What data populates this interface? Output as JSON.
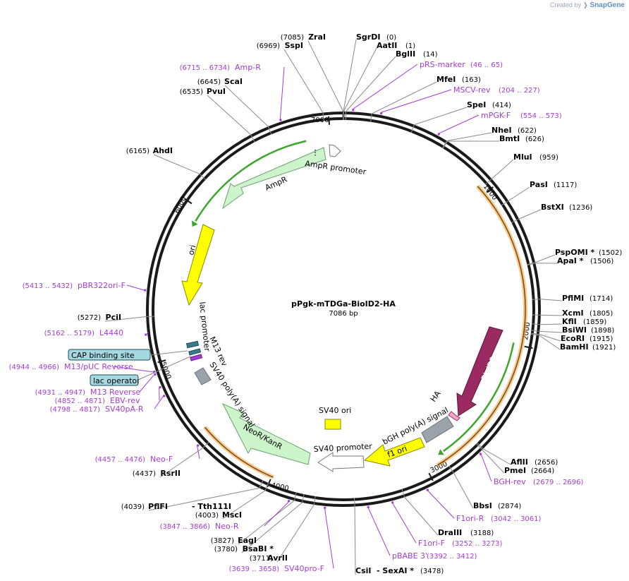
{
  "watermark": {
    "prefix": "Created by",
    "brand": "SnapGene"
  },
  "plasmid": {
    "name": "pPgk-mTDGa-BioID2-HA",
    "length_text": "7086 bp"
  },
  "ticks": [
    "1000",
    "2000",
    "3000",
    "4000",
    "5000",
    "6000",
    "7000"
  ],
  "sites": [
    {
      "name": "SgrDI",
      "pos": "(0)"
    },
    {
      "name": "AatII",
      "pos": "(1)"
    },
    {
      "name": "BglII",
      "pos": "(14)"
    },
    {
      "name": "MfeI",
      "pos": "(163)"
    },
    {
      "name": "SpeI",
      "pos": "(414)"
    },
    {
      "name": "NheI",
      "pos": "(622)"
    },
    {
      "name": "BmtI",
      "pos": "(626)"
    },
    {
      "name": "MluI",
      "pos": "(959)"
    },
    {
      "name": "PasI",
      "pos": "(1117)"
    },
    {
      "name": "BstXI",
      "pos": "(1236)"
    },
    {
      "name": "PspOMI *",
      "pos": "(1502)"
    },
    {
      "name": "ApaI *",
      "pos": "(1506)"
    },
    {
      "name": "PflMI",
      "pos": "(1714)"
    },
    {
      "name": "XcmI",
      "pos": "(1805)"
    },
    {
      "name": "KflI",
      "pos": "(1859)"
    },
    {
      "name": "BsiWI",
      "pos": "(1898)"
    },
    {
      "name": "EcoRI",
      "pos": "(1915)"
    },
    {
      "name": "BamHI",
      "pos": "(1921)"
    },
    {
      "name": "AflII",
      "pos": "(2656)"
    },
    {
      "name": "PmeI",
      "pos": "(2664)"
    },
    {
      "name": "BbsI",
      "pos": "(2874)"
    },
    {
      "name": "DraIII",
      "pos": "(3188)"
    },
    {
      "name": "CsiI",
      "pos": ""
    },
    {
      "name": "- SexAI *",
      "pos": "(3478)"
    },
    {
      "name": "AvrII",
      "pos": "(3711)"
    },
    {
      "name": "BsaBI *",
      "pos": "(3780)"
    },
    {
      "name": "EagI",
      "pos": "(3827)"
    },
    {
      "name": "MscI",
      "pos": "(4003)"
    },
    {
      "name": "PflFI",
      "pos": "(4039)"
    },
    {
      "name": "- Tth111I",
      "pos": ""
    },
    {
      "name": "RsrII",
      "pos": "(4437)"
    },
    {
      "name": "PciI",
      "pos": "(5272)"
    },
    {
      "name": "AhdI",
      "pos": "(6165)"
    },
    {
      "name": "PvuI",
      "pos": "(6535)"
    },
    {
      "name": "ScaI",
      "pos": "(6645)"
    },
    {
      "name": "SspI",
      "pos": "(6969)"
    },
    {
      "name": "ZraI",
      "pos": "(7085)"
    }
  ],
  "primers": [
    {
      "name": "pRS-marker",
      "range": "(46 .. 65)"
    },
    {
      "name": "MSCV-rev",
      "range": "(204 .. 227)"
    },
    {
      "name": "mPGK-F",
      "range": "(554 .. 573)"
    },
    {
      "name": "BGH-rev",
      "range": "(2679 .. 2696)"
    },
    {
      "name": "F1ori-R",
      "range": "(3042 .. 3061)"
    },
    {
      "name": "F1ori-F",
      "range": "(3252 .. 3273)"
    },
    {
      "name": "pBABE 3'",
      "range": "(3392 .. 3412)"
    },
    {
      "name": "SV40pro-F",
      "range": "(3639 .. 3658)"
    },
    {
      "name": "Neo-R",
      "range": "(3847 .. 3866)"
    },
    {
      "name": "Neo-F",
      "range": "(4457 .. 4476)"
    },
    {
      "name": "SV40pA-R",
      "range": "(4798 .. 4817)"
    },
    {
      "name": "EBV-rev",
      "range": "(4852 .. 4871)"
    },
    {
      "name": "M13 Reverse",
      "range": "(4931 .. 4947)"
    },
    {
      "name": "M13/pUC Reverse",
      "range": "(4944 .. 4966)"
    },
    {
      "name": "L4440",
      "range": "(5162 .. 5179)"
    },
    {
      "name": "pBR322ori-F",
      "range": "(5413 .. 5432)"
    },
    {
      "name": "Amp-R",
      "range": "(6715 .. 6734)"
    }
  ],
  "features": [
    {
      "name": "BioID2"
    },
    {
      "name": "HA"
    },
    {
      "name": "bGH poly(A) signal"
    },
    {
      "name": "f1 ori"
    },
    {
      "name": "SV40 promoter"
    },
    {
      "name": "SV40 ori"
    },
    {
      "name": "NeoR/KanR"
    },
    {
      "name": "SV40 poly(A) signal"
    },
    {
      "name": "M13 rev"
    },
    {
      "name": "lac promoter"
    },
    {
      "name": "ori"
    },
    {
      "name": "AmpR"
    },
    {
      "name": "AmpR promoter"
    }
  ],
  "callouts": [
    {
      "name": "CAP binding site"
    },
    {
      "name": "lac operator"
    }
  ],
  "colors": {
    "backbone": "#1a1a1a",
    "primer": "#a43cd3",
    "orf_band": "#f0a030",
    "orf_band_inner": "#7a4a18",
    "bioid2": "#9b2a63",
    "ha": "#f2a7c8",
    "bgh_polya": "#9aa2aa",
    "f1ori": "#ffff00",
    "sv40_promoter": "#ffffff",
    "sv40_ori": "#ffff00",
    "neor": "#ccf5cc",
    "ori": "#ffff00",
    "ampr": "#ccf5cc",
    "green_arrow": "#3ca82a",
    "callout_fill": "#a6d8e2"
  }
}
